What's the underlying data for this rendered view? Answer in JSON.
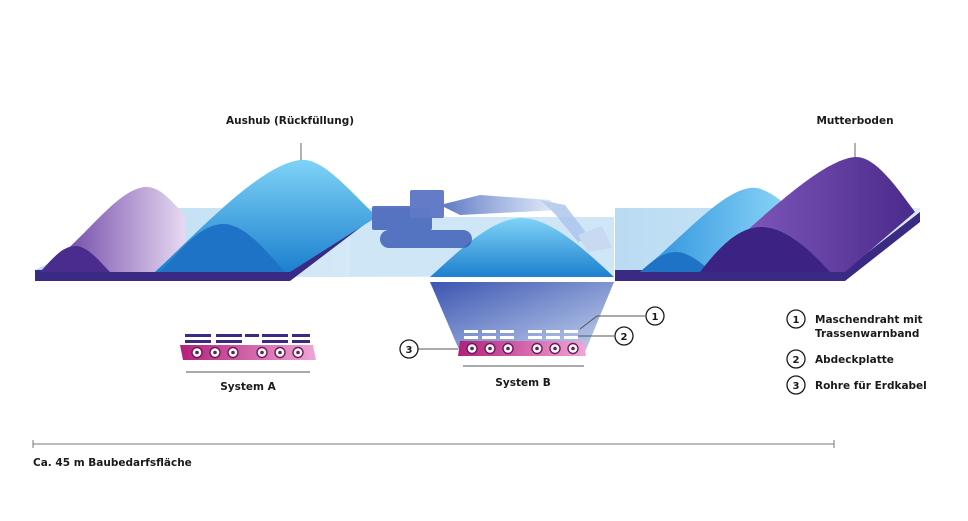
{
  "labels": {
    "aushub": "Aushub (Rückfüllung)",
    "mutterboden": "Mutterboden",
    "system_a": "System A",
    "system_b": "System B",
    "width_note": "Ca. 45 m Baubedarfsfläche"
  },
  "legend": [
    {
      "number": "1",
      "lines": [
        "Maschendraht mit",
        "Trassenwarnband"
      ]
    },
    {
      "number": "2",
      "lines": [
        "Abdeckplatte"
      ]
    },
    {
      "number": "3",
      "lines": [
        "Rohre für Erdkabel"
      ]
    }
  ],
  "callouts": {
    "c1": "1",
    "c2": "2",
    "c3": "3"
  },
  "colors": {
    "purple_dark": "#3d2b86",
    "purple": "#6b3fa0",
    "violet": "#8b5cc7",
    "blue": "#2f8fd8",
    "light_blue": "#b9dbf2",
    "pale_blue": "#dcedf9",
    "magenta": "#c0277f",
    "pipe_pink": "#e98bc6"
  }
}
